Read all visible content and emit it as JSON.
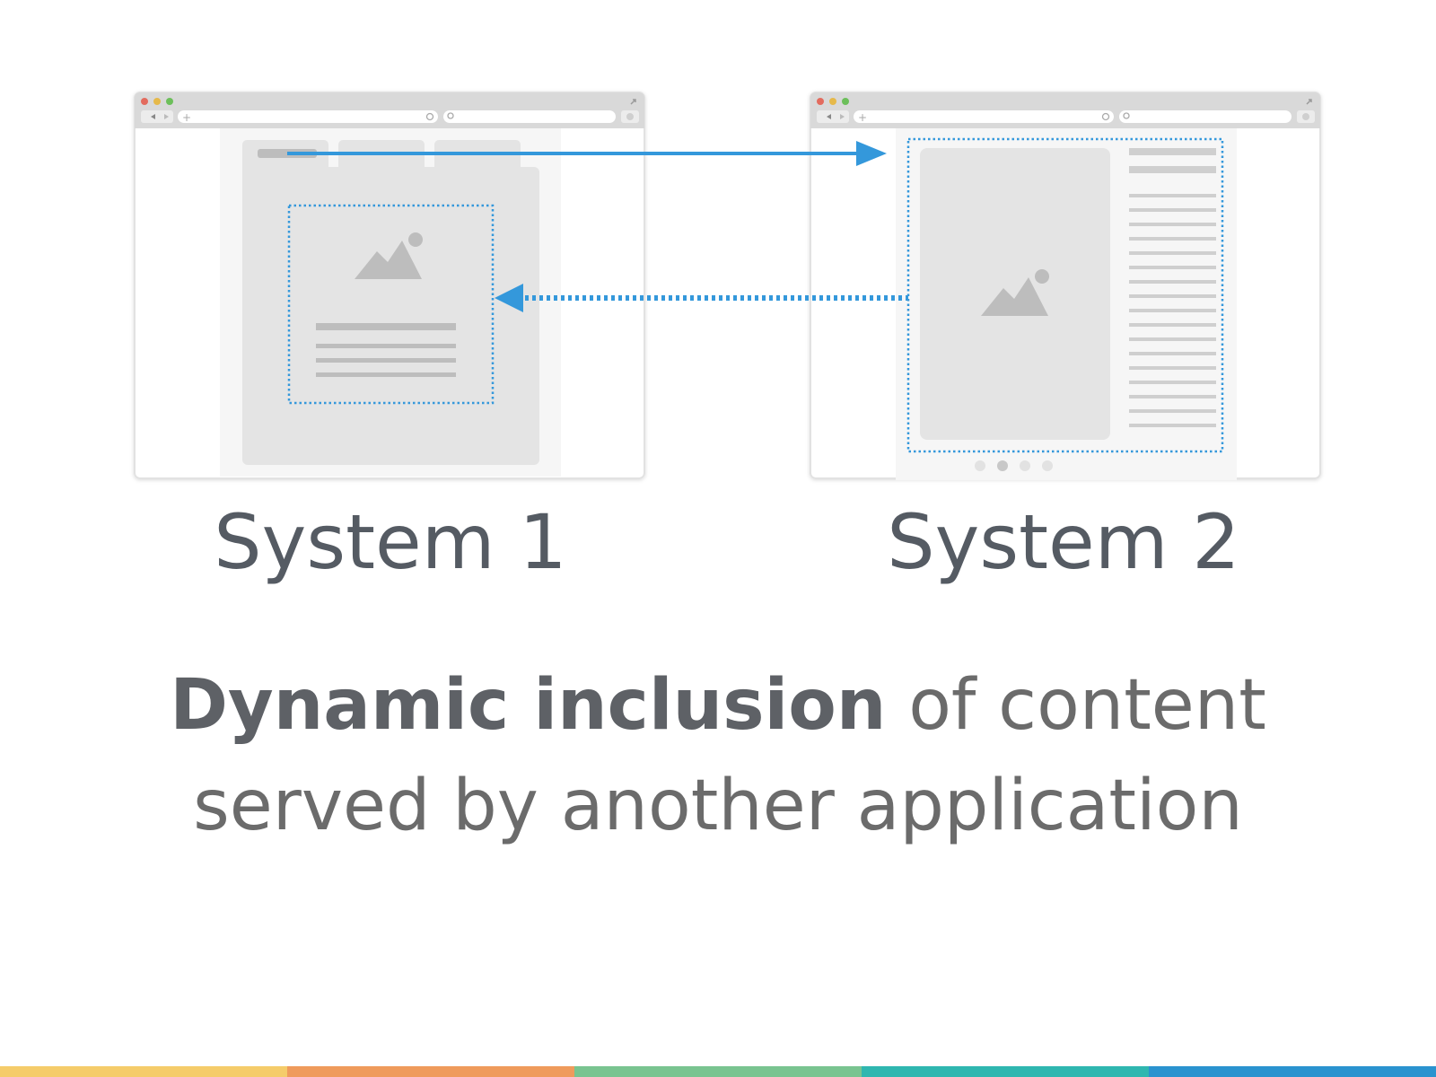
{
  "labels": {
    "system_1": "System 1",
    "system_2": "System 2"
  },
  "caption": {
    "bold_text": "Dynamic inclusion",
    "rest_line_1": "of content",
    "line_2": "served by another application"
  },
  "colors": {
    "accent_blue": "#3498db",
    "placeholder_gray": "#bdbdbd",
    "text_dark": "#555b63",
    "caption_text": "#6b6b6b",
    "bottom_stripes": [
      "#f5cc6a",
      "#ef9b5c",
      "#79c490",
      "#2fb7b0",
      "#2a93cf"
    ]
  },
  "icons": [
    "image-placeholder-icon",
    "browser-window-icon",
    "arrow-right-icon",
    "arrow-left-icon"
  ]
}
